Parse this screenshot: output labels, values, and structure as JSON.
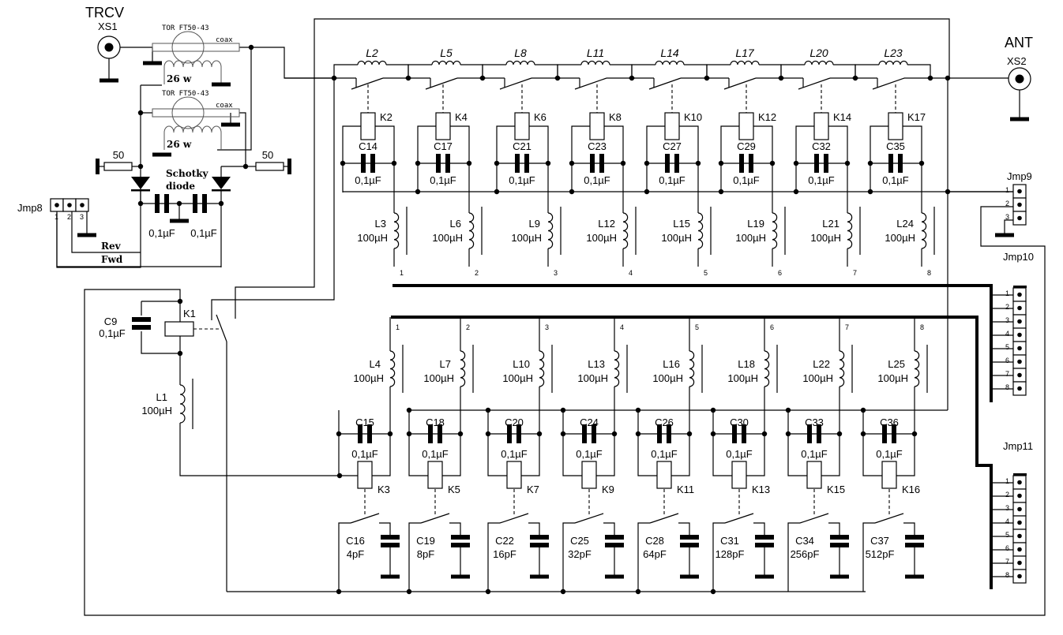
{
  "title": "Antenna tuner schematic",
  "connectors": {
    "trcv": {
      "name": "TRCV",
      "ref": "XS1"
    },
    "ant": {
      "name": "ANT",
      "ref": "XS2"
    }
  },
  "swr_bridge": {
    "transformers": [
      {
        "core": "TOR FT50-43",
        "line": "coax",
        "turns": "26 w"
      },
      {
        "core": "TOR FT50-43",
        "line": "coax",
        "turns": "26 w"
      }
    ],
    "resistors": [
      {
        "value": "50"
      },
      {
        "value": "50"
      }
    ],
    "diode_label": [
      "Schotky",
      "diode"
    ],
    "caps": [
      {
        "value": "0,1µF"
      },
      {
        "value": "0,1µF"
      }
    ],
    "signals": {
      "rev": "Rev",
      "fwd": "Fwd"
    }
  },
  "jumpers": {
    "jmp8": {
      "name": "Jmp8",
      "pins": [
        "1",
        "2",
        "3"
      ]
    },
    "jmp9": {
      "name": "Jmp9",
      "pins": [
        "1",
        "2",
        "3"
      ]
    },
    "jmp10": {
      "name": "Jmp10",
      "pins": [
        "1",
        "2",
        "3",
        "4",
        "5",
        "6",
        "7",
        "8"
      ]
    },
    "jmp11": {
      "name": "Jmp11",
      "pins": [
        "1",
        "2",
        "3",
        "4",
        "5",
        "6",
        "7",
        "8"
      ]
    }
  },
  "bypass": {
    "relay": "K1",
    "cap": {
      "ref": "C9",
      "value": "0,1µF"
    },
    "choke": {
      "ref": "L1",
      "value": "100µH"
    }
  },
  "series_inductors": [
    "L2",
    "L5",
    "L8",
    "L11",
    "L14",
    "L17",
    "L20",
    "L23"
  ],
  "top_stages": [
    {
      "relay": "K2",
      "cap": "C14",
      "cap_value": "0,1µF",
      "choke": "L3",
      "choke_value": "100µH",
      "line": "1"
    },
    {
      "relay": "K4",
      "cap": "C17",
      "cap_value": "0,1µF",
      "choke": "L6",
      "choke_value": "100µH",
      "line": "2"
    },
    {
      "relay": "K6",
      "cap": "C21",
      "cap_value": "0,1µF",
      "choke": "L9",
      "choke_value": "100µH",
      "line": "3"
    },
    {
      "relay": "K8",
      "cap": "C23",
      "cap_value": "0,1µF",
      "choke": "L12",
      "choke_value": "100µH",
      "line": "4"
    },
    {
      "relay": "K10",
      "cap": "C27",
      "cap_value": "0,1µF",
      "choke": "L15",
      "choke_value": "100µH",
      "line": "5"
    },
    {
      "relay": "K12",
      "cap": "C29",
      "cap_value": "0,1µF",
      "choke": "L19",
      "choke_value": "100µH",
      "line": "6"
    },
    {
      "relay": "K14",
      "cap": "C32",
      "cap_value": "0,1µF",
      "choke": "L21",
      "choke_value": "100µH",
      "line": "7"
    },
    {
      "relay": "K17",
      "cap": "C35",
      "cap_value": "0,1µF",
      "choke": "L24",
      "choke_value": "100µH",
      "line": "8"
    }
  ],
  "bottom_stages": [
    {
      "relay": "K3",
      "cap": "C15",
      "cap_value": "0,1µF",
      "choke": "L4",
      "choke_value": "100µH",
      "line": "1",
      "tune_cap": "C16",
      "tune_value": "4pF"
    },
    {
      "relay": "K5",
      "cap": "C18",
      "cap_value": "0,1µF",
      "choke": "L7",
      "choke_value": "100µH",
      "line": "2",
      "tune_cap": "C19",
      "tune_value": "8pF"
    },
    {
      "relay": "K7",
      "cap": "C20",
      "cap_value": "0,1µF",
      "choke": "L10",
      "choke_value": "100µH",
      "line": "3",
      "tune_cap": "C22",
      "tune_value": "16pF"
    },
    {
      "relay": "K9",
      "cap": "C24",
      "cap_value": "0,1µF",
      "choke": "L13",
      "choke_value": "100µH",
      "line": "4",
      "tune_cap": "C25",
      "tune_value": "32pF"
    },
    {
      "relay": "K11",
      "cap": "C26",
      "cap_value": "0,1µF",
      "choke": "L16",
      "choke_value": "100µH",
      "line": "5",
      "tune_cap": "C28",
      "tune_value": "64pF"
    },
    {
      "relay": "K13",
      "cap": "C30",
      "cap_value": "0,1µF",
      "choke": "L18",
      "choke_value": "100µH",
      "line": "6",
      "tune_cap": "C31",
      "tune_value": "128pF"
    },
    {
      "relay": "K15",
      "cap": "C33",
      "cap_value": "0,1µF",
      "choke": "L22",
      "choke_value": "100µH",
      "line": "7",
      "tune_cap": "C34",
      "tune_value": "256pF"
    },
    {
      "relay": "K16",
      "cap": "C36",
      "cap_value": "0,1µF",
      "choke": "L25",
      "choke_value": "100µH",
      "line": "8",
      "tune_cap": "C37",
      "tune_value": "512pF"
    }
  ]
}
